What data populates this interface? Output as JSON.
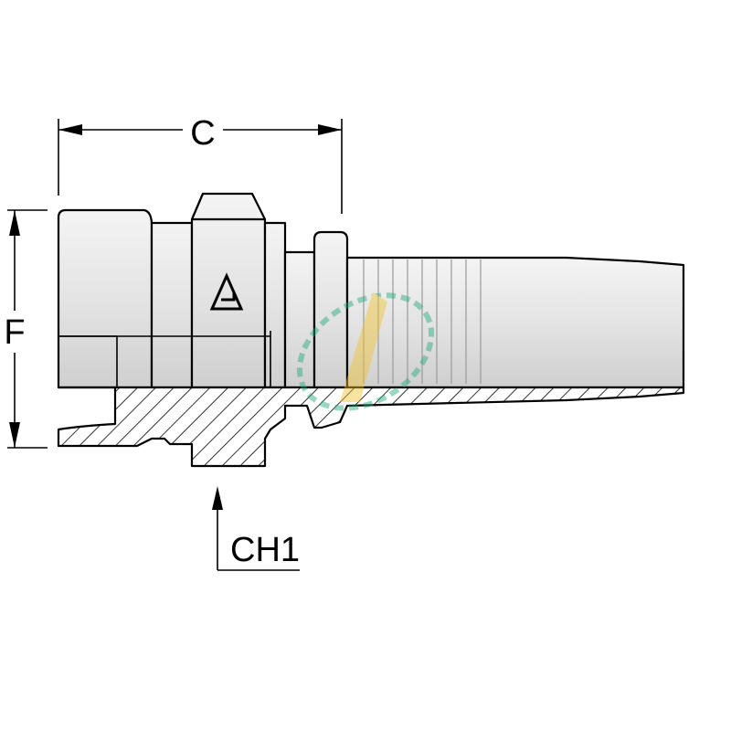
{
  "dimensions": {
    "length_label": "C",
    "height_label": "F",
    "hex_label": "CH1"
  },
  "watermark": {
    "icon": "circular-logo-watermark",
    "colors": [
      "#1fa97a",
      "#f2c230"
    ]
  },
  "part_logo": {
    "icon": "triangle-brand-logo"
  },
  "colors": {
    "body_light": "#eaeaea",
    "body_mid": "#d9d9d9",
    "body_shadow": "#c4c4c4",
    "outline": "#000000"
  }
}
